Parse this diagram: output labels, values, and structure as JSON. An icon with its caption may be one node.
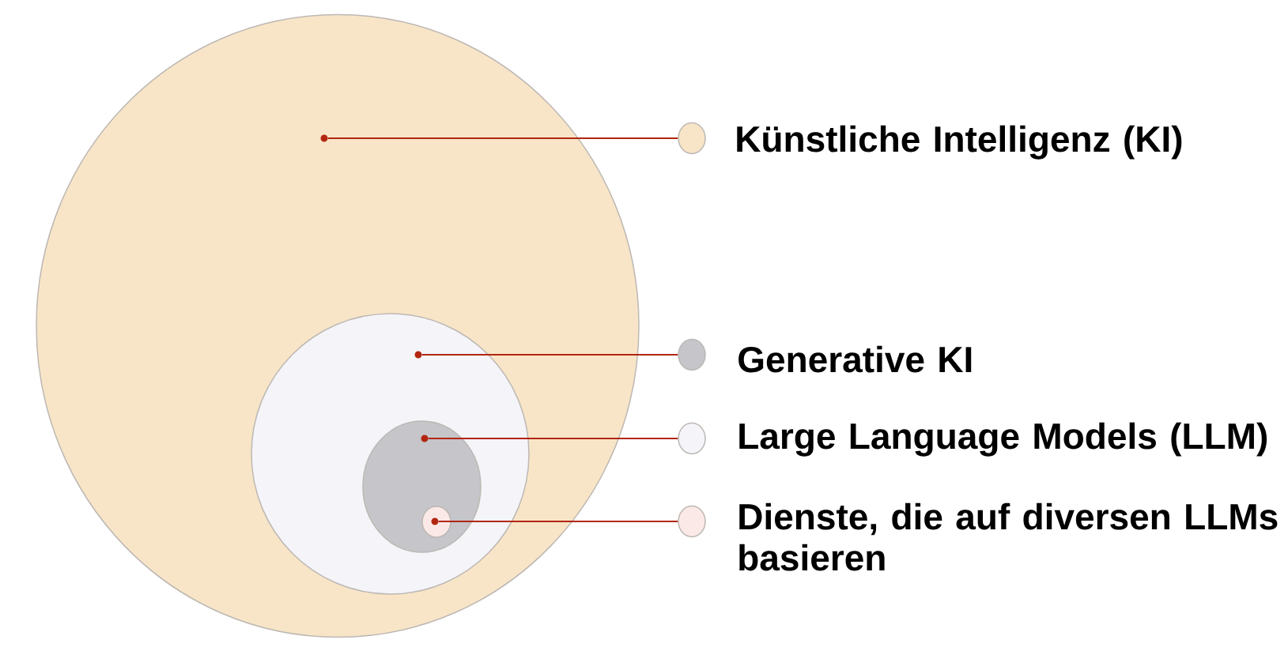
{
  "diagram": {
    "nodes": [
      {
        "text": [],
        "shape": "circle"
      },
      {
        "text": [],
        "shape": "circle",
        "in": 0
      },
      {
        "text": [],
        "shape": "circle",
        "in": 0
      },
      {
        "text": [],
        "shape": "circle",
        "in": 2
      },
      {
        "text": [],
        "shape": "circle",
        "in": 2
      },
      {
        "text": [],
        "shape": "circle",
        "in": 4
      },
      {
        "text": [],
        "shape": "circle",
        "in": 4
      },
      {
        "text": [],
        "shape": "circle",
        "in": 6
      },
      {
        "text": [],
        "shape": "circle",
        "beside": [
          "Künstliche Intelligenz (KI)"
        ]
      },
      {
        "text": [],
        "shape": "circle",
        "beside": [
          "Generative KI"
        ]
      },
      {
        "text": [],
        "shape": "circle",
        "beside": [
          "Large Language Models (LLM)"
        ]
      },
      {
        "text": [],
        "shape": "circle",
        "beside": [
          "Dienste, die auf diversen LLMs basieren"
        ]
      }
    ],
    "edges": [
      {
        "from": 8,
        "to": 1,
        "arrow": "none"
      },
      {
        "from": 9,
        "to": 3,
        "arrow": "none"
      },
      {
        "from": 10,
        "to": 5,
        "arrow": "none"
      },
      {
        "from": 11,
        "to": 7,
        "arrow": "none"
      }
    ]
  }
}
